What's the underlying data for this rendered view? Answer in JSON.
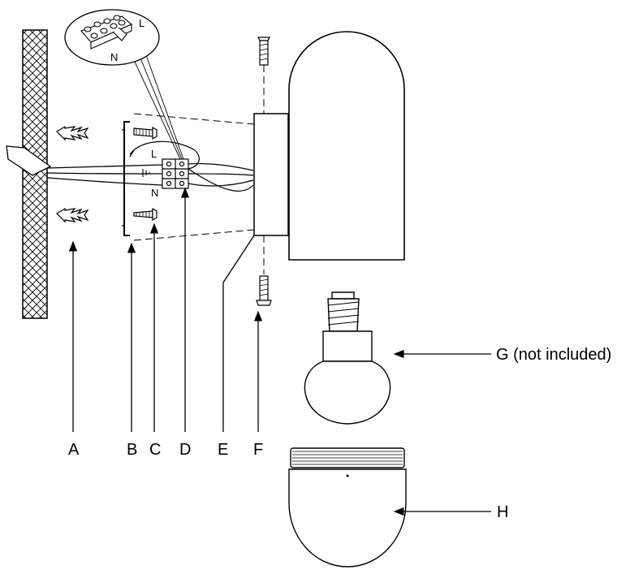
{
  "labels": {
    "a": "A",
    "b": "B",
    "c": "C",
    "d": "D",
    "e": "E",
    "f": "F",
    "g": "G (not included)",
    "h": "H"
  },
  "terminal_marks": {
    "live": "L",
    "neutral": "N"
  },
  "colors": {
    "line": "#000000",
    "background": "#ffffff"
  }
}
